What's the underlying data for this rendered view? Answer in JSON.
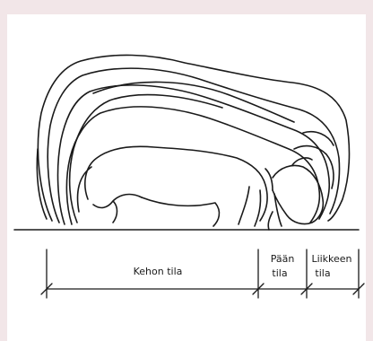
{
  "labels": {
    "body_space": "Kehon tila",
    "head_space_line1": "Pään",
    "head_space_line2": "tila",
    "movement_space_line1": "Liikkeen",
    "movement_space_line2": "tila"
  }
}
